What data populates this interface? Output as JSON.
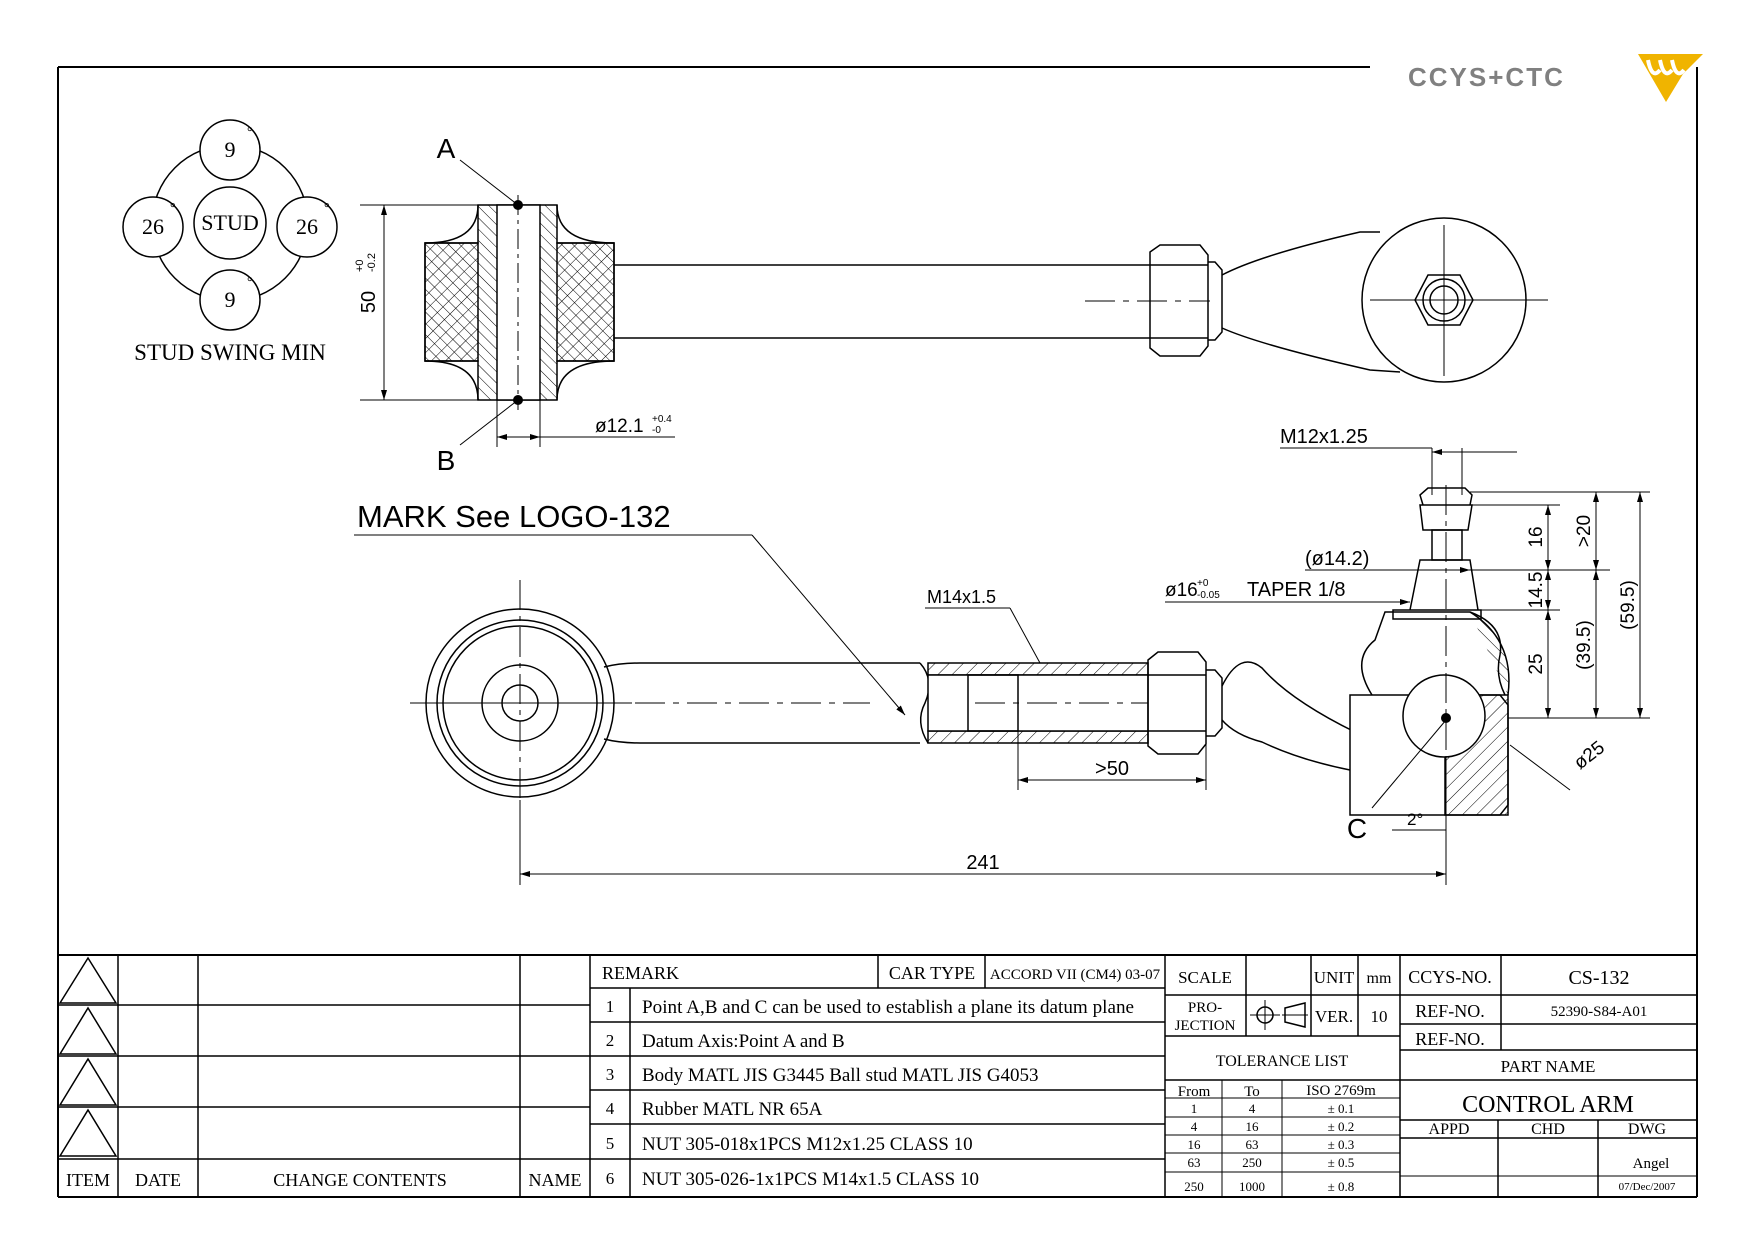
{
  "logo": {
    "text": "CCYS+CTC"
  },
  "stud_swing": {
    "title": "STUD SWING MIN",
    "center": "STUD",
    "top": "9",
    "bottom": "9",
    "left": "26",
    "right": "26",
    "degree": "°"
  },
  "labels": {
    "point_a": "A",
    "point_b": "B",
    "point_c": "C",
    "height_dim": "50",
    "height_tol_top": "+0",
    "height_tol_bottom": "-0.2",
    "bore_dim": "ø12.1",
    "bore_tol_top": "+0.4",
    "bore_tol_bottom": "-0",
    "mark_note": "MARK  See  LOGO-132",
    "thread_stud": "M12x1.25",
    "dia_14": "(ø14.2)",
    "taper_dim": "ø16",
    "taper_tol_top": "+0",
    "taper_tol_bottom": "-0.05",
    "taper_text": "TAPER  1/8",
    "thread_rod": "M14x1.5",
    "min_thread": ">50",
    "length": "241",
    "dim_16": "16",
    "dim_20": ">20",
    "dim_14_5": "14.5",
    "dim_25": "25",
    "dim_39_5": "(39.5)",
    "dim_59_5": "(59.5)",
    "ball_dia": "ø25",
    "angle": "2°"
  },
  "revision": {
    "headers": {
      "item": "ITEM",
      "date": "DATE",
      "change": "CHANGE CONTENTS",
      "name": "NAME"
    }
  },
  "remarks": {
    "header": "REMARK",
    "car_type_label": "CAR TYPE",
    "car_type": "ACCORD VII (CM4) 03-07",
    "rows": [
      {
        "no": "1",
        "text": "Point A,B and C can be used to establish a plane its datum plane"
      },
      {
        "no": "2",
        "text": "Datum Axis:Point A and B"
      },
      {
        "no": "3",
        "text": "Body MATL JIS G3445  Ball stud MATL JIS G4053"
      },
      {
        "no": "4",
        "text": "Rubber MATL NR 65A"
      },
      {
        "no": "5",
        "text": "NUT 305-018x1PCS M12x1.25 CLASS 10"
      },
      {
        "no": "6",
        "text": "NUT 305-026-1x1PCS M14x1.5 CLASS 10"
      }
    ]
  },
  "info": {
    "scale_label": "SCALE",
    "unit_label": "UNIT",
    "unit_value": "mm",
    "projection_label_1": "PRO-",
    "projection_label_2": "JECTION",
    "ver_label": "VER.",
    "ver_value": "10",
    "tolerance_title": "TOLERANCE LIST",
    "tol_headers": {
      "from": "From",
      "to": "To",
      "iso": "ISO 2769m"
    },
    "tolerances": [
      {
        "from": "1",
        "to": "4",
        "tol": "± 0.1"
      },
      {
        "from": "4",
        "to": "16",
        "tol": "± 0.2"
      },
      {
        "from": "16",
        "to": "63",
        "tol": "± 0.3"
      },
      {
        "from": "63",
        "to": "250",
        "tol": "± 0.5"
      },
      {
        "from": "250",
        "to": "1000",
        "tol": "± 0.8"
      }
    ]
  },
  "part": {
    "ccys_no_label": "CCYS-NO.",
    "ccys_no": "CS-132",
    "ref_no_label": "REF-NO.",
    "ref_no": "52390-S84-A01",
    "ref_no2_label": "REF-NO.",
    "part_name_label": "PART NAME",
    "part_name": "CONTROL ARM",
    "appd": "APPD",
    "chd": "CHD",
    "dwg": "DWG",
    "drawn_by": "Angel",
    "date": "07/Dec/2007"
  }
}
